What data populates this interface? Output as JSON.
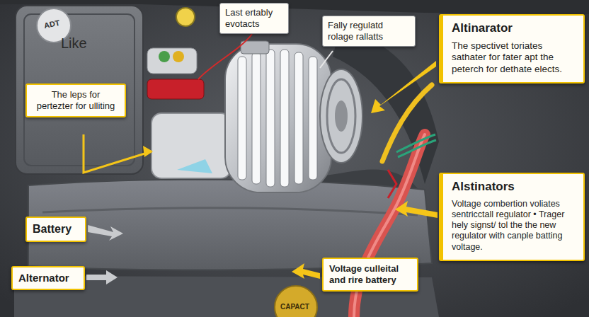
{
  "diagram": {
    "nodes": [
      {
        "text": [
          "Last ertably evotacts"
        ]
      },
      {
        "text": [
          "Fally regulatd rolage rallatts"
        ]
      },
      {
        "text": [
          "Altinarator",
          "The spectivet toriates sathater for fater apt the peterch for dethate elects."
        ]
      },
      {
        "text": [
          "The leps for pertezter for ulliting"
        ]
      },
      {
        "text": [
          "Alstinators",
          "Voltage combertion voliates sentricctall regulator • Trager hely signst/ tol the the new regulator with canple batting voltage."
        ]
      },
      {
        "text": [
          "Battery"
        ]
      },
      {
        "text": [
          "Alternator"
        ]
      },
      {
        "text": [
          "Voltage culleital and rire battery"
        ]
      }
    ],
    "labels": [
      "ADT",
      "Like",
      "CAPACT"
    ]
  }
}
